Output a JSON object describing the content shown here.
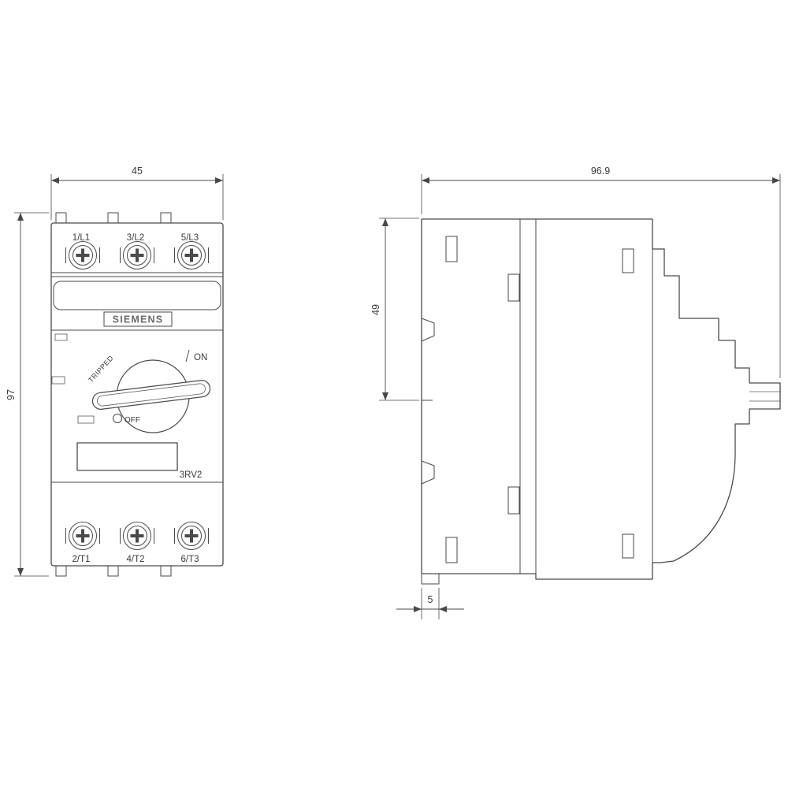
{
  "brand_label": "SIEMENS",
  "model_label": "3RV2",
  "front_view": {
    "top_terminals": [
      "1/L1",
      "3/L2",
      "5/L3"
    ],
    "bottom_terminals": [
      "2/T1",
      "4/T2",
      "6/T3"
    ],
    "switch": {
      "tripped": "TRIPPED",
      "on": "ON",
      "off": "OFF"
    }
  },
  "dimensions": {
    "front_width": "45",
    "front_height": "97",
    "side_depth": "96.9",
    "side_upper_height": "49",
    "side_offset": "5"
  },
  "colors": {
    "background": "#ffffff",
    "line": "#4a4a4a",
    "brand_text": "#6b6b6b"
  }
}
